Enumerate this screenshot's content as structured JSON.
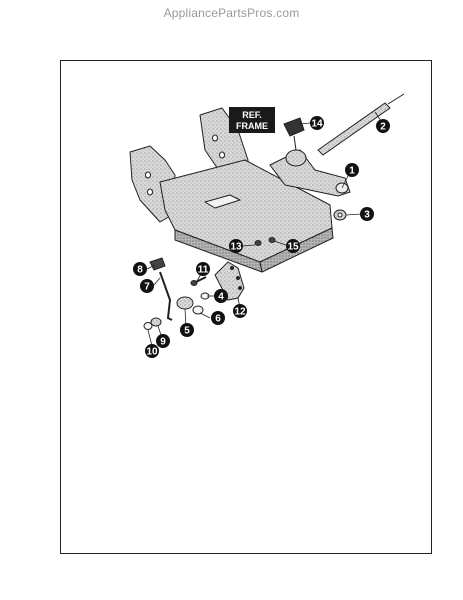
{
  "watermark": "AppliancePartsPros.com",
  "ref_label": {
    "line1": "REF.",
    "line2": "FRAME"
  },
  "callouts": [
    "1",
    "2",
    "3",
    "4",
    "5",
    "6",
    "7",
    "8",
    "9",
    "10",
    "11",
    "12",
    "13",
    "14",
    "15"
  ]
}
